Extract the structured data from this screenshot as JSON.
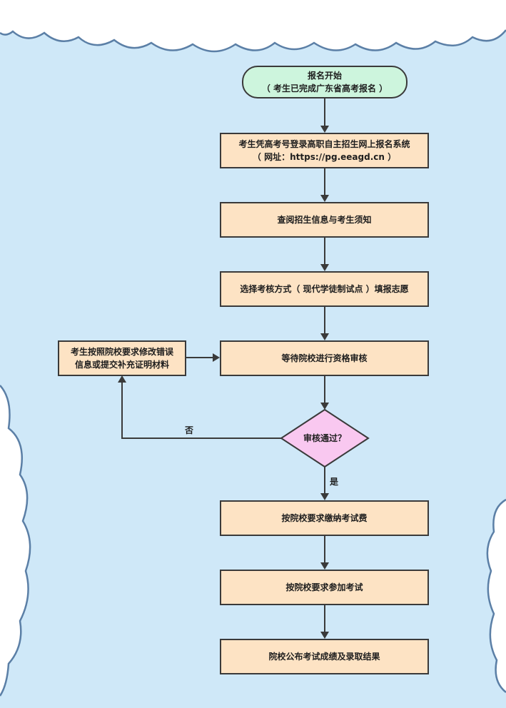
{
  "colors": {
    "background": "#cfe8f8",
    "cloud": "#ffffff",
    "cloud_outline": "#5b7fa6",
    "process_fill": "#fde3c4",
    "start_fill": "#cdf5dd",
    "decision_fill": "#f9c8f0",
    "line": "#3a3a3a"
  },
  "flow": {
    "start_line1": "报名开始",
    "start_line2": "（ 考生已完成广东省高考报名 ）",
    "step_login_line1": "考生凭高考号登录高职自主招生网上报名系统",
    "step_login_line2": "（ 网址：https://pg.eeagd.cn ）",
    "step_info": "查阅招生信息与考生须知",
    "step_select": "选择考核方式（ 现代学徒制试点 ）填报志愿",
    "step_wait": "等待院校进行资格审核",
    "decision": "审核通过？",
    "branch_no": "否",
    "branch_yes": "是",
    "step_fix_line1": "考生按照院校要求修改错误",
    "step_fix_line2": "信息或提交补充证明材料",
    "step_pay": "按院校要求缴纳考试费",
    "step_exam": "按院校要求参加考试",
    "step_result": "院校公布考试成绩及录取结果"
  }
}
